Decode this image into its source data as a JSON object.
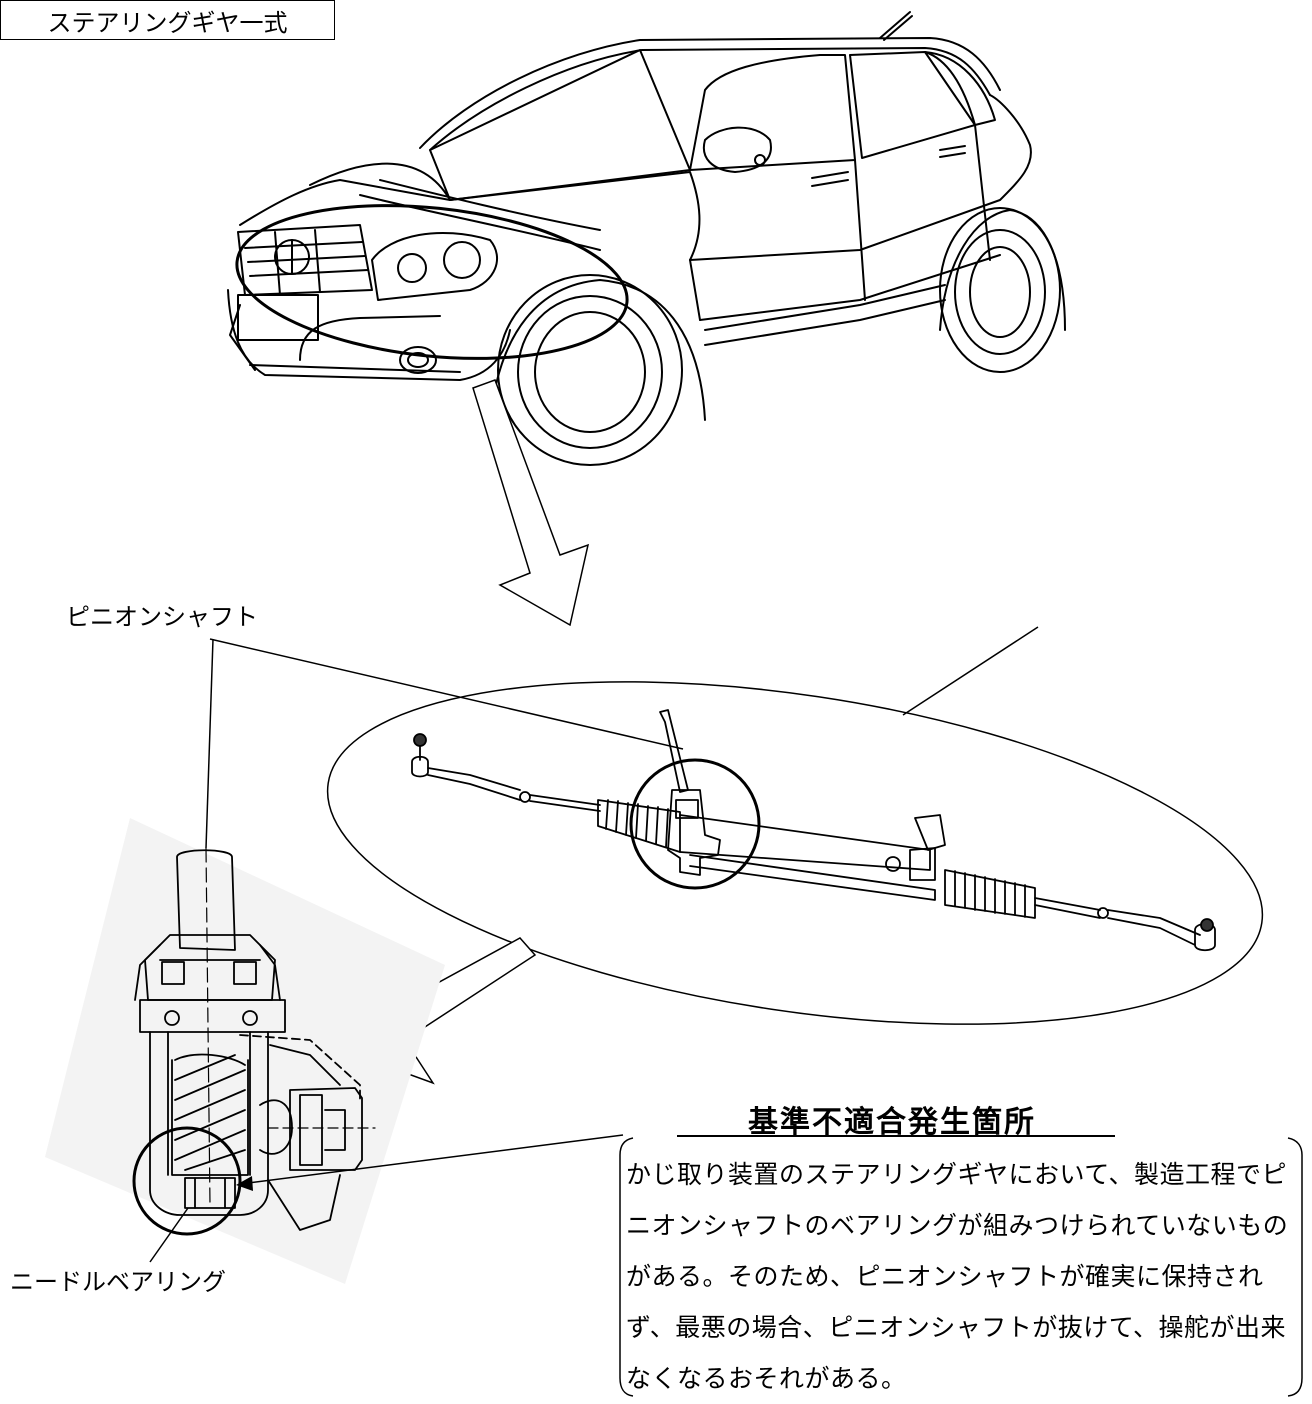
{
  "labels": {
    "pinion_shaft": "ピニオンシャフト",
    "steering_gear": "ステアリングギヤ一式",
    "needle_bearing": "ニードルベアリング"
  },
  "defect": {
    "title": "基準不適合発生箇所",
    "body": "かじ取り装置のステアリングギヤにおいて、製造工程でピニオンシャフトのベアリングが組みつけられていないものがある。そのため、ピニオンシャフトが確実に保持されず、最悪の場合、ピニオンシャフトが抜けて、操舵が出来なくなるおそれがある。"
  }
}
